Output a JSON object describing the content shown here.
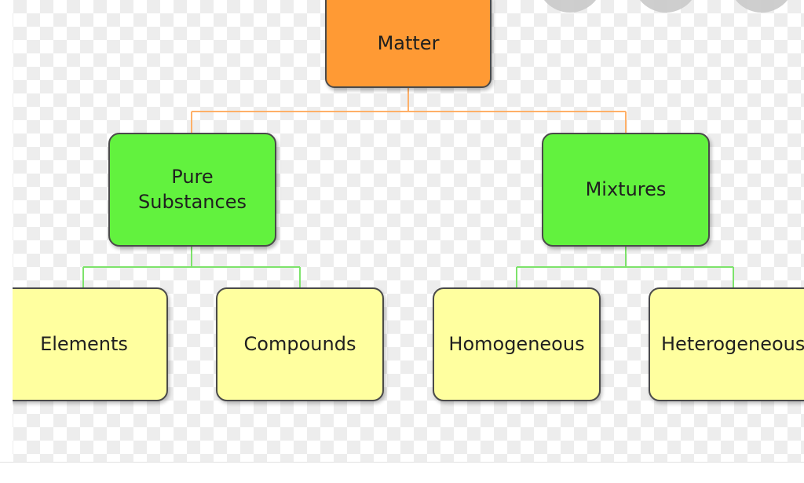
{
  "diagram": {
    "root": {
      "label": "Matter"
    },
    "groups": [
      {
        "label": "Pure\nSubstances",
        "children": [
          {
            "label": "Elements"
          },
          {
            "label": "Compounds"
          }
        ]
      },
      {
        "label": "Mixtures",
        "children": [
          {
            "label": "Homogeneous"
          },
          {
            "label": "Heterogeneous"
          }
        ]
      }
    ]
  },
  "colors": {
    "root_fill": "#ff9a34",
    "category_fill": "#62f23e",
    "leaf_fill": "#ffff9f",
    "root_connector": "#ffb068",
    "category_connector": "#7de36b",
    "box_border": "#4a4a4a"
  }
}
